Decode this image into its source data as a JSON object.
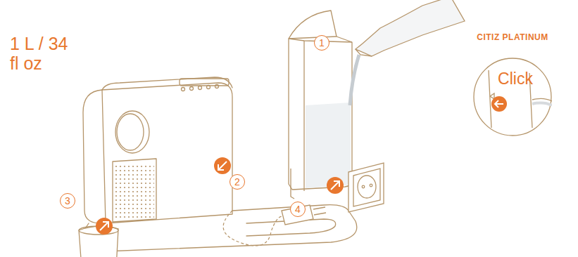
{
  "diagram": {
    "nodes": [
      {
        "text": [
          "CITIZ PLATINUM",
          "Click"
        ]
      }
    ],
    "labels": [
      "1 L / 34 fl oz",
      "1",
      "2",
      "3",
      "4"
    ]
  }
}
